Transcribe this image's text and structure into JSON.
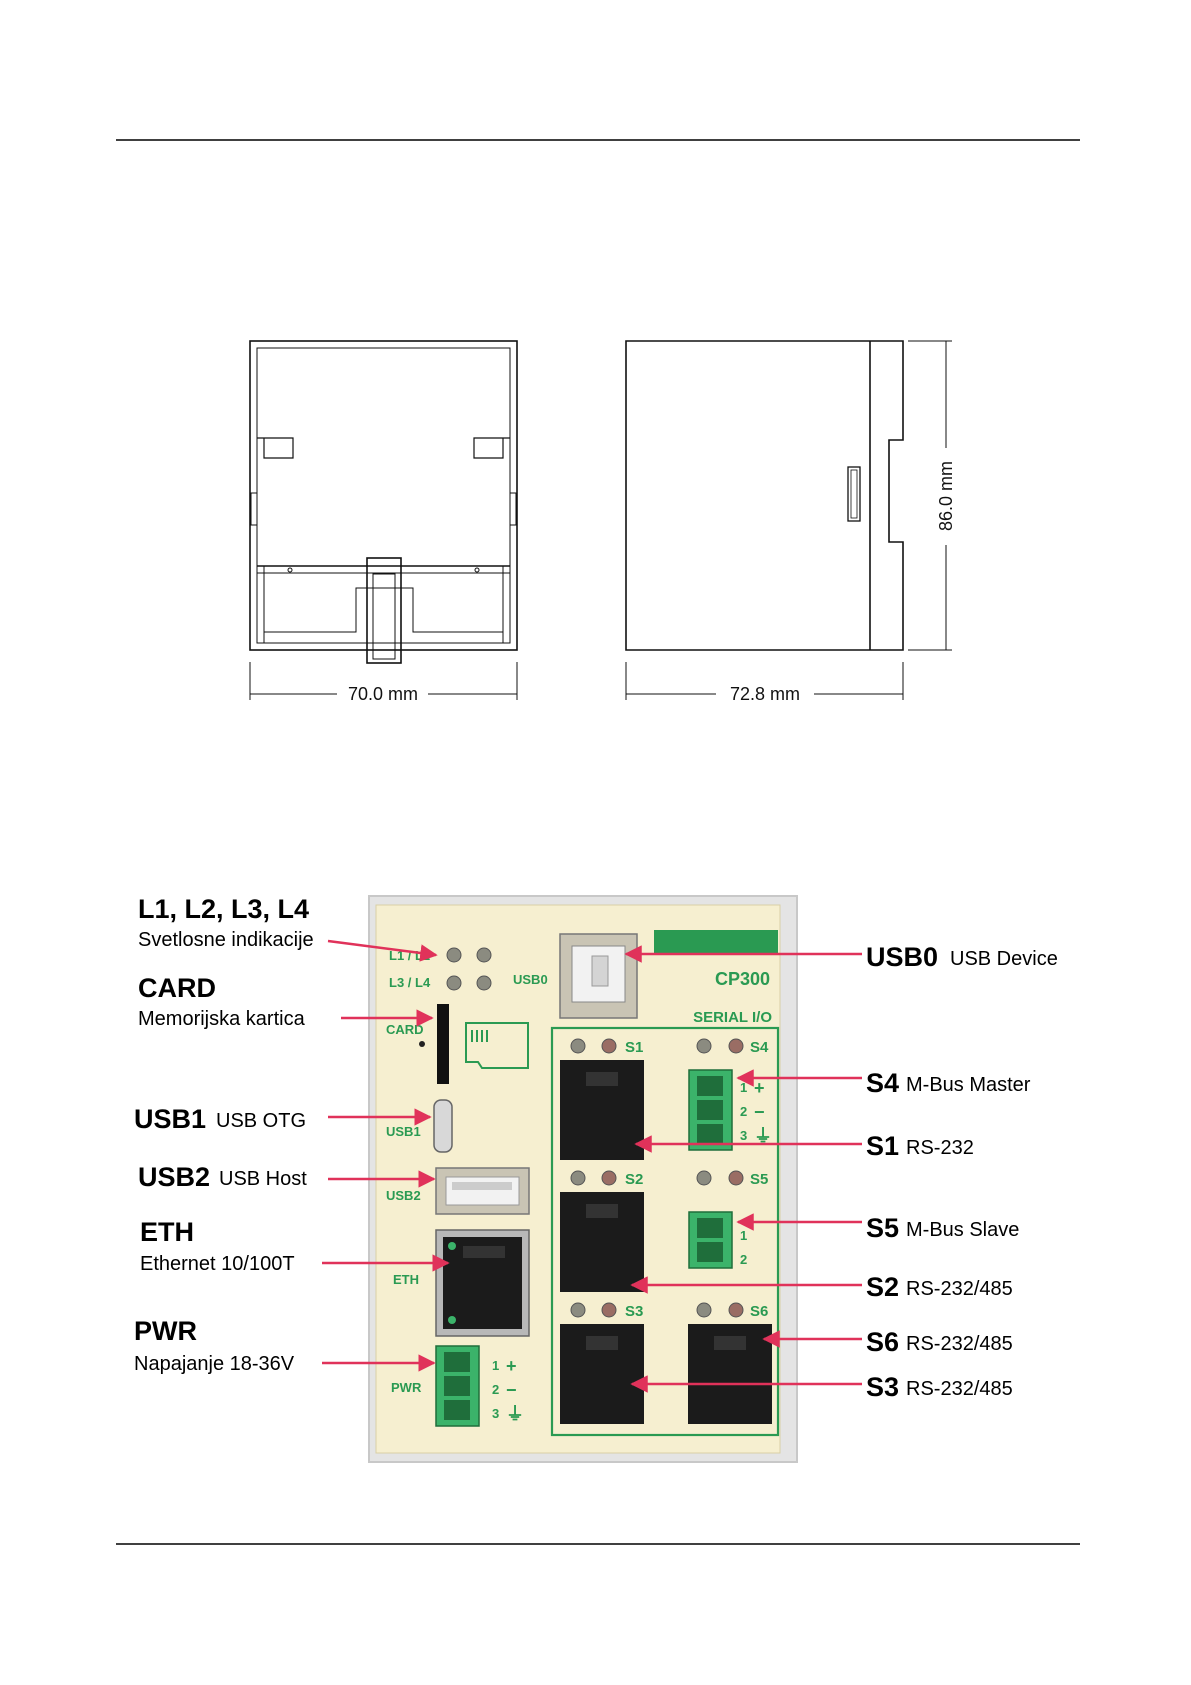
{
  "colors": {
    "arrow": "#e0325a",
    "device_panel": "#f6efd0",
    "device_green": "#2a9a52",
    "terminal_green": "#3bb36a"
  },
  "dimensions": {
    "width_front": "70.0 mm",
    "width_side": "72.8 mm",
    "height": "86.0 mm"
  },
  "device": {
    "model": "CP300",
    "serial_io": "SERIAL I/O",
    "led_row1": "L1 / L2",
    "led_row2": "L3 / L4",
    "usb0": "USB0",
    "card": "CARD",
    "usb1": "USB1",
    "usb2": "USB2",
    "eth": "ETH",
    "pwr": "PWR",
    "s1": "S1",
    "s2": "S2",
    "s3": "S3",
    "s4": "S4",
    "s5": "S5",
    "s6": "S6",
    "pin1": "1",
    "pin2": "2",
    "pin3": "3",
    "plus": "+",
    "minus": "−",
    "ground": "⏚"
  },
  "callouts_left": [
    {
      "title": "L1, L2, L3, L4",
      "desc": "Svetlosne indikacije"
    },
    {
      "title": "CARD",
      "desc": "Memorijska kartica"
    },
    {
      "title": "USB1",
      "desc": "USB OTG"
    },
    {
      "title": "USB2",
      "desc": "USB Host"
    },
    {
      "title": "ETH",
      "desc": "Ethernet 10/100T"
    },
    {
      "title": "PWR",
      "desc": "Napajanje 18-36V"
    }
  ],
  "callouts_right": [
    {
      "title": "USB0",
      "desc": "USB Device"
    },
    {
      "title": "S4",
      "desc": "M-Bus Master"
    },
    {
      "title": "S1",
      "desc": "RS-232"
    },
    {
      "title": "S5",
      "desc": "M-Bus Slave"
    },
    {
      "title": "S2",
      "desc": "RS-232/485"
    },
    {
      "title": "S6",
      "desc": "RS-232/485"
    },
    {
      "title": "S3",
      "desc": "RS-232/485"
    }
  ]
}
